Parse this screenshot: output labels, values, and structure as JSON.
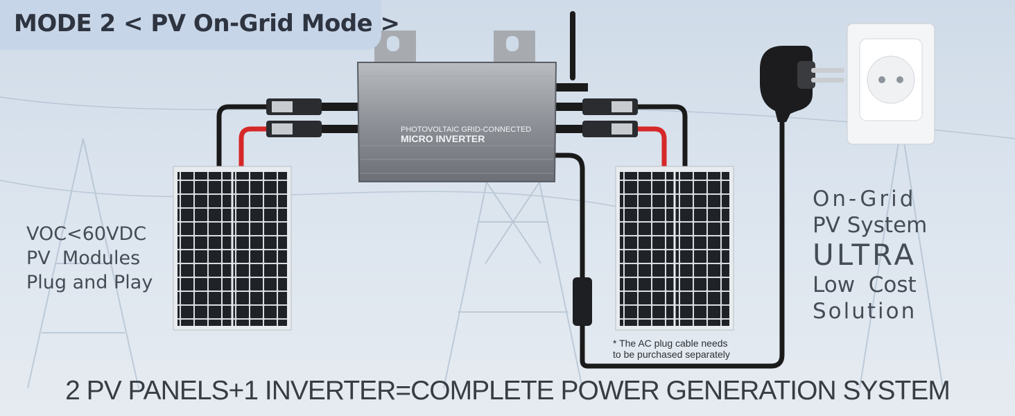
{
  "mode_badge": "MODE 2 < PV On-Grid Mode >",
  "left_features": [
    "VOC<60VDC",
    "PV  Modules",
    "Plug and Play"
  ],
  "right_features": [
    "On-Grid",
    "PV System",
    "ULTRA",
    "Low  Cost",
    "Solution"
  ],
  "inverter_label": {
    "line1": "PHOTOVOLTAIC GRID-CONNECTED",
    "line2": "MICRO INVERTER"
  },
  "note": [
    "* The AC plug cable needs",
    "to be purchased separately"
  ],
  "footer": "2 PV PANELS+1 INVERTER=COMPLETE POWER GENERATION SYSTEM",
  "colors": {
    "cable_black": "#1a1a1a",
    "cable_red": "#d62828",
    "panel_cell": "#1f2226",
    "inverter_body": "#8d9197",
    "badge_bg": "#c7d5e8"
  }
}
